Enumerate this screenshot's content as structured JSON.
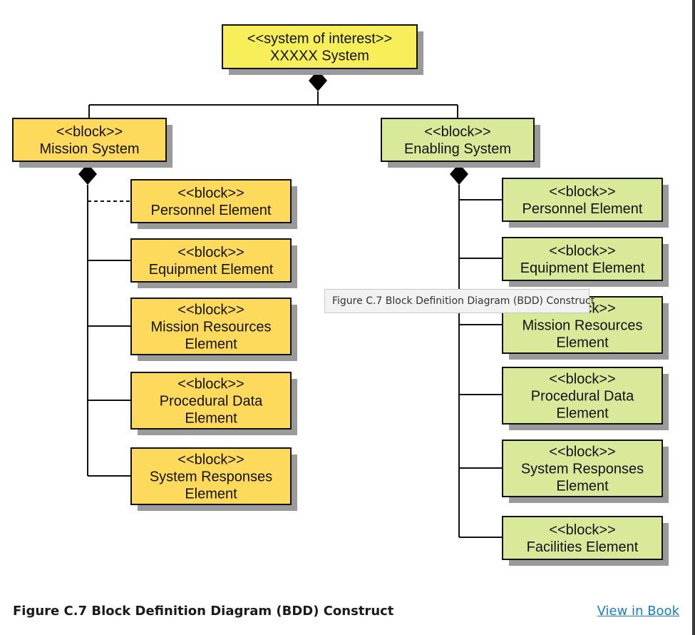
{
  "diagram": {
    "root": {
      "lines": [
        "<<system of interest>>",
        "XXXXX System"
      ],
      "color": "#f7ef5a"
    },
    "mission": {
      "header": {
        "lines": [
          "<<block>>",
          "Mission System"
        ]
      },
      "color": "#fdd95c",
      "children": [
        {
          "lines": [
            "<<block>>",
            "Personnel Element"
          ]
        },
        {
          "lines": [
            "<<block>>",
            "Equipment Element"
          ]
        },
        {
          "lines": [
            "<<block>>",
            "Mission Resources",
            "Element"
          ]
        },
        {
          "lines": [
            "<<block>>",
            "Procedural Data",
            "Element"
          ]
        },
        {
          "lines": [
            "<<block>>",
            "System Responses",
            "Element"
          ]
        }
      ]
    },
    "enabling": {
      "header": {
        "lines": [
          "<<block>>",
          "Enabling System"
        ]
      },
      "color": "#d8ea9a",
      "children": [
        {
          "lines": [
            "<<block>>",
            "Personnel Element"
          ]
        },
        {
          "lines": [
            "<<block>>",
            "Equipment Element"
          ]
        },
        {
          "lines": [
            "<<block>>",
            "Mission Resources",
            "Element"
          ]
        },
        {
          "lines": [
            "<<block>>",
            "Procedural Data",
            "Element"
          ]
        },
        {
          "lines": [
            "<<block>>",
            "System Responses",
            "Element"
          ]
        },
        {
          "lines": [
            "<<block>>",
            "Facilities Element"
          ]
        }
      ]
    },
    "shadow_color": "#9a9a9a"
  },
  "tooltip": "Figure C.7 Block Definition Diagram (BDD) Construct",
  "caption": "Figure C.7 Block Definition Diagram (BDD) Construct",
  "link": "View in Book"
}
